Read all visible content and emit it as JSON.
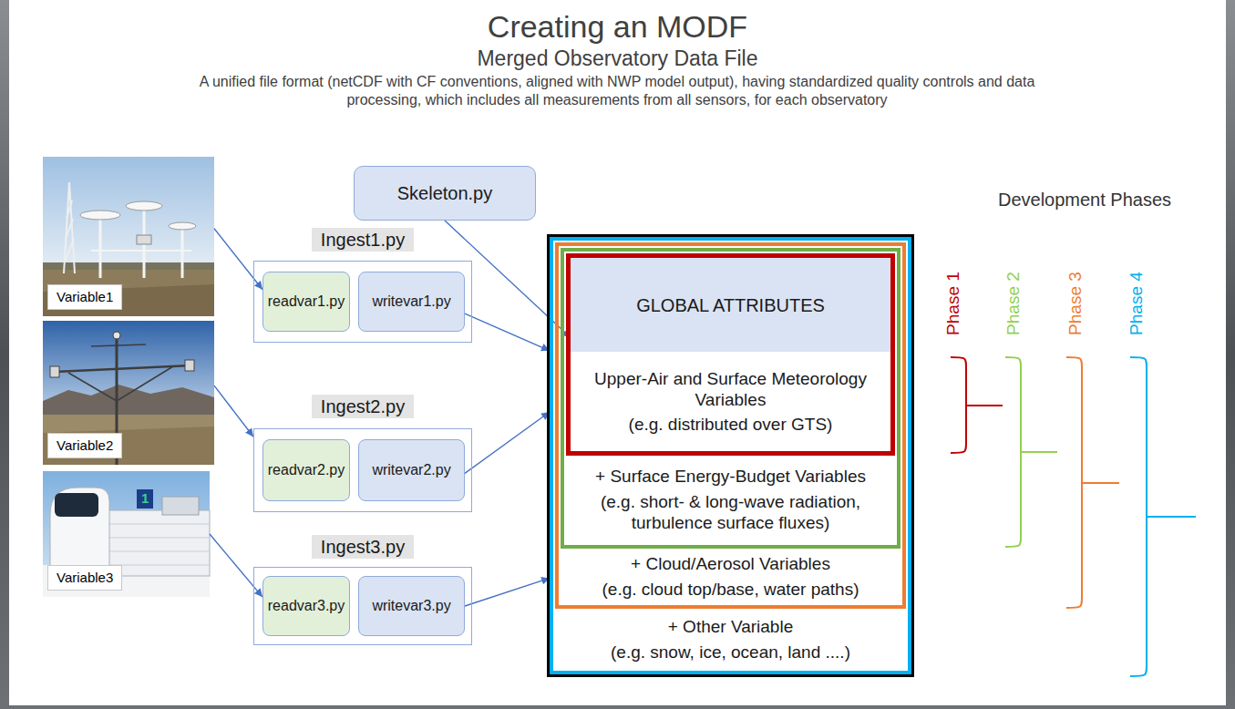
{
  "diagram": {
    "title": "Creating an MODF",
    "nodes": [
      {
        "text": [
          "Variable1"
        ]
      },
      {
        "text": [
          "Variable2"
        ]
      },
      {
        "text": [
          "Variable3"
        ]
      },
      {
        "text": [
          "Skeleton.py"
        ]
      },
      {
        "text": [
          "Ingest1.py"
        ]
      },
      {
        "text": [
          "readvar1.py"
        ],
        "in": 4
      },
      {
        "text": [
          "writevar1.py"
        ],
        "in": 4
      },
      {
        "text": [
          "Ingest2.py"
        ]
      },
      {
        "text": [
          "readvar2.py"
        ],
        "in": 7
      },
      {
        "text": [
          "writevar2.py"
        ],
        "in": 7
      },
      {
        "text": [
          "Ingest3.py"
        ]
      },
      {
        "text": [
          "readvar3.py"
        ],
        "in": 10
      },
      {
        "text": [
          "writevar3.py"
        ],
        "in": 10
      },
      {
        "text": [
          "+ Other Variable",
          "(e.g. snow, ice, ocean, land ....)"
        ]
      },
      {
        "text": [
          "+ Cloud/Aerosol Variables",
          "(e.g. cloud top/base, water paths)"
        ],
        "in": 13
      },
      {
        "text": [
          "+ Surface Energy-Budget Variables",
          "(e.g. short- & long-wave radiation, turbulence surface fluxes)"
        ],
        "in": 14
      },
      {
        "text": [
          "Upper-Air and Surface Meteorology Variables",
          "(e.g. distributed over GTS)"
        ],
        "in": 15
      },
      {
        "text": [
          "GLOBAL ATTRIBUTES"
        ],
        "in": 16
      }
    ],
    "edges": [
      {
        "from": 0,
        "to": 5,
        "arrow": "to"
      },
      {
        "from": 6,
        "to": 13,
        "arrow": "to"
      },
      {
        "from": 1,
        "to": 7,
        "arrow": "to"
      },
      {
        "from": 9,
        "to": 13,
        "arrow": "to"
      },
      {
        "from": 2,
        "to": 11,
        "arrow": "to"
      },
      {
        "from": 12,
        "to": 13,
        "arrow": "to"
      },
      {
        "from": 3,
        "to": 17,
        "arrow": "to"
      }
    ],
    "labels": [
      "Merged Observatory Data File",
      "A unified file format (netCDF with CF conventions, aligned with NWP model output), having standardized quality controls and data processing, which includes all measurements from all sensors, for each observatory",
      "Development Phases",
      "Phase 1",
      "Phase 2",
      "Phase 3",
      "Phase 4",
      "1"
    ]
  }
}
